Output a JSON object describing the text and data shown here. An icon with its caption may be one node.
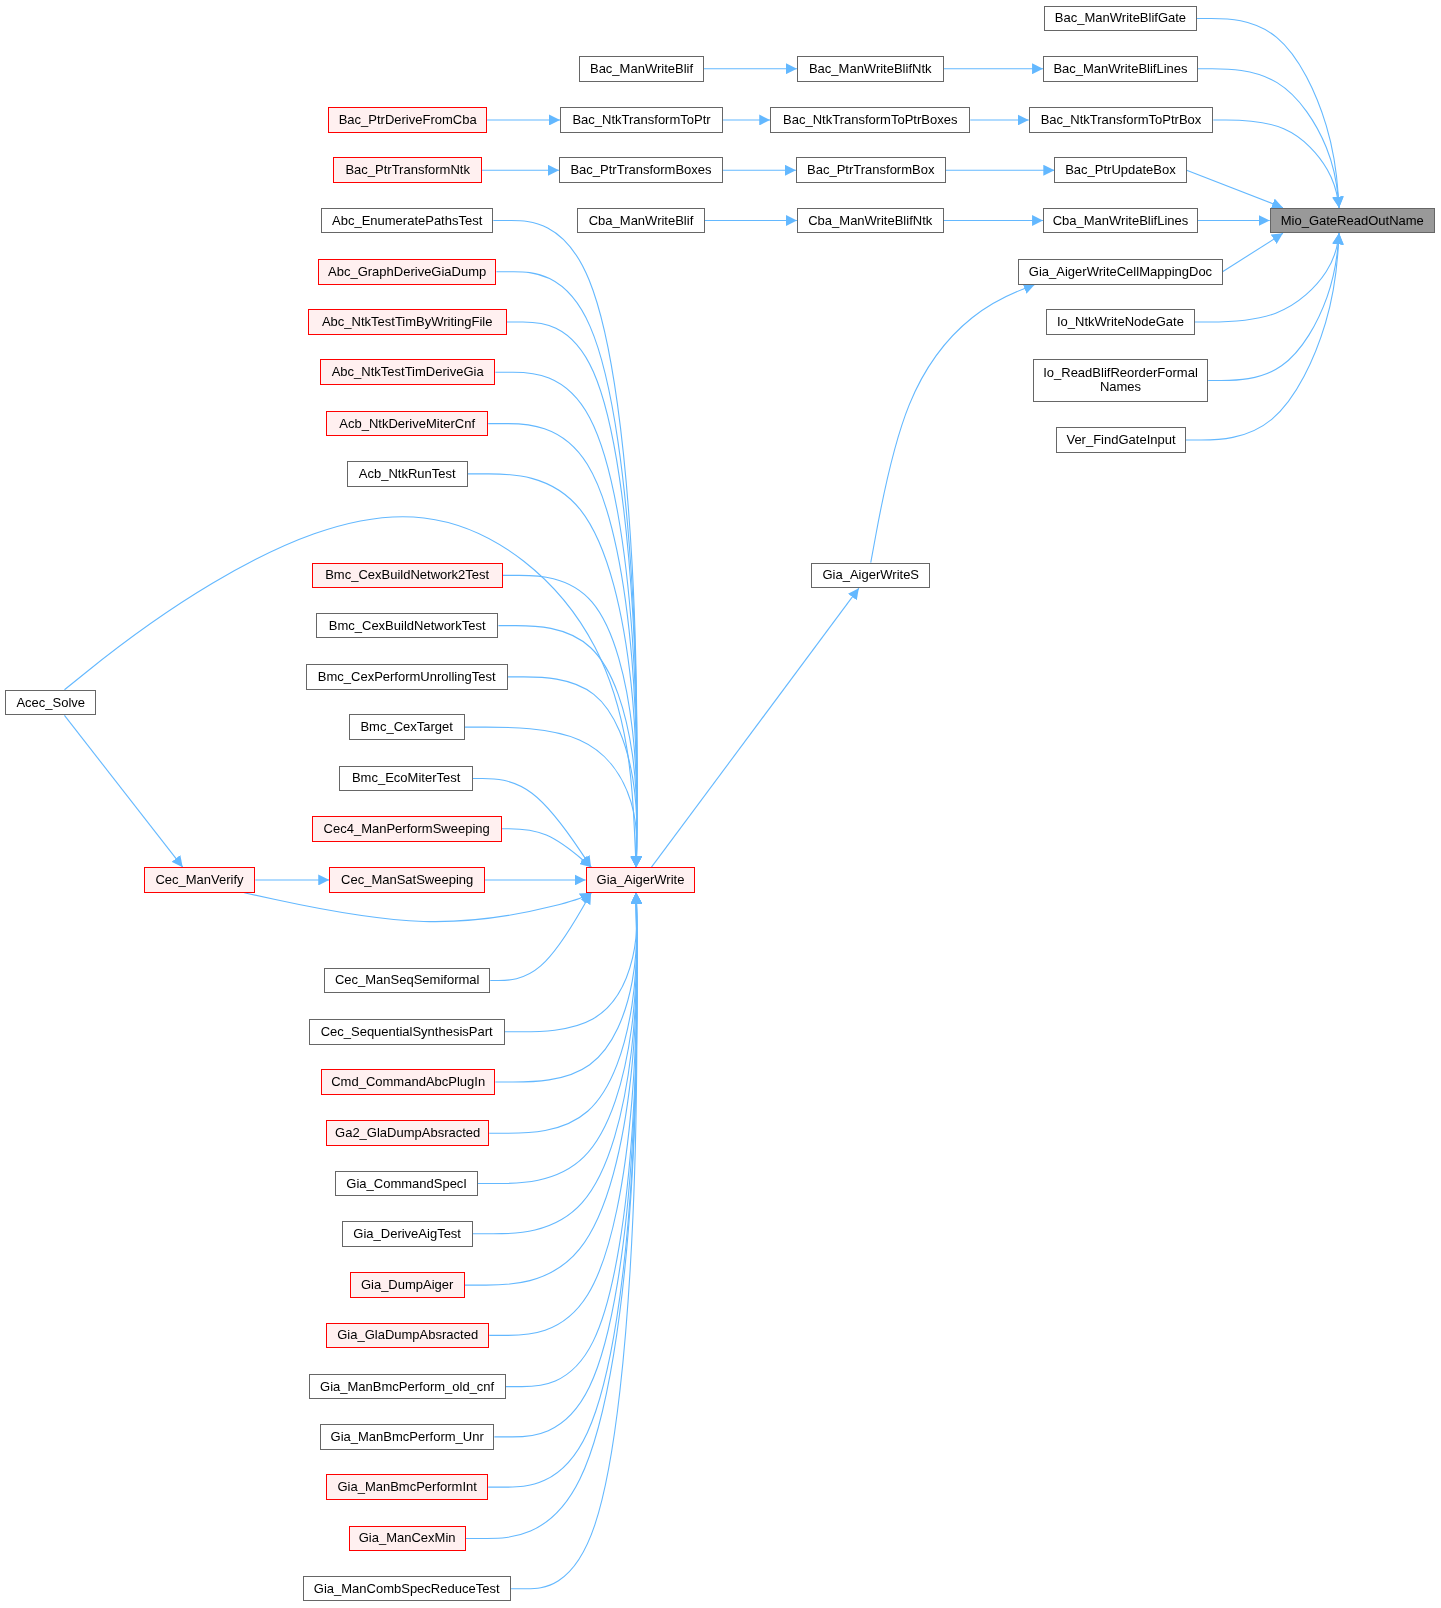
{
  "diagram": {
    "nodes": [
      {
        "text": [
          "Mio_GateReadOutName"
        ]
      },
      {
        "text": [
          "Bac_ManWriteBlifGate"
        ]
      },
      {
        "text": [
          "Bac_ManWriteBlifLines"
        ]
      },
      {
        "text": [
          "Bac_NtkTransformToPtrBox"
        ]
      },
      {
        "text": [
          "Bac_PtrUpdateBox"
        ]
      },
      {
        "text": [
          "Cba_ManWriteBlifLines"
        ]
      },
      {
        "text": [
          "Gia_AigerWriteCellMappingDoc"
        ]
      },
      {
        "text": [
          "Io_NtkWriteNodeGate"
        ]
      },
      {
        "text": [
          "Io_ReadBlifReorderFormal Names"
        ]
      },
      {
        "text": [
          "Ver_FindGateInput"
        ]
      },
      {
        "text": [
          "Bac_ManWriteBlifNtk"
        ]
      },
      {
        "text": [
          "Bac_NtkTransformToPtrBoxes"
        ]
      },
      {
        "text": [
          "Bac_PtrTransformBox"
        ]
      },
      {
        "text": [
          "Cba_ManWriteBlifNtk"
        ]
      },
      {
        "text": [
          "Gia_AigerWriteS"
        ]
      },
      {
        "text": [
          "Bac_ManWriteBlif"
        ]
      },
      {
        "text": [
          "Bac_NtkTransformToPtr"
        ]
      },
      {
        "text": [
          "Bac_PtrTransformBoxes"
        ]
      },
      {
        "text": [
          "Cba_ManWriteBlif"
        ]
      },
      {
        "text": [
          "Gia_AigerWrite"
        ]
      },
      {
        "text": [
          "Bac_PtrDeriveFromCba"
        ]
      },
      {
        "text": [
          "Bac_PtrTransformNtk"
        ]
      },
      {
        "text": [
          "Abc_EnumeratePathsTest"
        ]
      },
      {
        "text": [
          "Abc_GraphDeriveGiaDump"
        ]
      },
      {
        "text": [
          "Abc_NtkTestTimByWritingFile"
        ]
      },
      {
        "text": [
          "Abc_NtkTestTimDeriveGia"
        ]
      },
      {
        "text": [
          "Acb_NtkDeriveMiterCnf"
        ]
      },
      {
        "text": [
          "Acb_NtkRunTest"
        ]
      },
      {
        "text": [
          "Bmc_CexBuildNetwork2Test"
        ]
      },
      {
        "text": [
          "Bmc_CexBuildNetworkTest"
        ]
      },
      {
        "text": [
          "Bmc_CexPerformUnrollingTest"
        ]
      },
      {
        "text": [
          "Bmc_CexTarget"
        ]
      },
      {
        "text": [
          "Bmc_EcoMiterTest"
        ]
      },
      {
        "text": [
          "Cec4_ManPerformSweeping"
        ]
      },
      {
        "text": [
          "Cec_ManSatSweeping"
        ]
      },
      {
        "text": [
          "Cec_ManSeqSemiformal"
        ]
      },
      {
        "text": [
          "Cec_SequentialSynthesisPart"
        ]
      },
      {
        "text": [
          "Cmd_CommandAbcPlugIn"
        ]
      },
      {
        "text": [
          "Ga2_GlaDumpAbsracted"
        ]
      },
      {
        "text": [
          "Gia_CommandSpecI"
        ]
      },
      {
        "text": [
          "Gia_DeriveAigTest"
        ]
      },
      {
        "text": [
          "Gia_DumpAiger"
        ]
      },
      {
        "text": [
          "Gia_GlaDumpAbsracted"
        ]
      },
      {
        "text": [
          "Gia_ManBmcPerform_old_cnf"
        ]
      },
      {
        "text": [
          "Gia_ManBmcPerform_Unr"
        ]
      },
      {
        "text": [
          "Gia_ManBmcPerformInt"
        ]
      },
      {
        "text": [
          "Gia_ManCexMin"
        ]
      },
      {
        "text": [
          "Gia_ManCombSpecReduceTest"
        ]
      },
      {
        "text": [
          "Acec_Solve"
        ]
      },
      {
        "text": [
          "Cec_ManVerify"
        ]
      }
    ],
    "edges": [
      {
        "from": 1,
        "to": 0,
        "arrow": "to"
      },
      {
        "from": 2,
        "to": 0,
        "arrow": "to"
      },
      {
        "from": 3,
        "to": 0,
        "arrow": "to"
      },
      {
        "from": 4,
        "to": 0,
        "arrow": "to"
      },
      {
        "from": 5,
        "to": 0,
        "arrow": "to"
      },
      {
        "from": 6,
        "to": 0,
        "arrow": "to"
      },
      {
        "from": 7,
        "to": 0,
        "arrow": "to"
      },
      {
        "from": 8,
        "to": 0,
        "arrow": "to"
      },
      {
        "from": 9,
        "to": 0,
        "arrow": "to"
      },
      {
        "from": 10,
        "to": 2,
        "arrow": "to"
      },
      {
        "from": 11,
        "to": 3,
        "arrow": "to"
      },
      {
        "from": 12,
        "to": 4,
        "arrow": "to"
      },
      {
        "from": 13,
        "to": 5,
        "arrow": "to"
      },
      {
        "from": 14,
        "to": 6,
        "arrow": "to"
      },
      {
        "from": 15,
        "to": 10,
        "arrow": "to"
      },
      {
        "from": 16,
        "to": 11,
        "arrow": "to"
      },
      {
        "from": 17,
        "to": 12,
        "arrow": "to"
      },
      {
        "from": 18,
        "to": 13,
        "arrow": "to"
      },
      {
        "from": 19,
        "to": 14,
        "arrow": "to"
      },
      {
        "from": 20,
        "to": 16,
        "arrow": "to"
      },
      {
        "from": 21,
        "to": 17,
        "arrow": "to"
      },
      {
        "from": 22,
        "to": 19,
        "arrow": "to"
      },
      {
        "from": 23,
        "to": 19,
        "arrow": "to"
      },
      {
        "from": 24,
        "to": 19,
        "arrow": "to"
      },
      {
        "from": 25,
        "to": 19,
        "arrow": "to"
      },
      {
        "from": 26,
        "to": 19,
        "arrow": "to"
      },
      {
        "from": 27,
        "to": 19,
        "arrow": "to"
      },
      {
        "from": 28,
        "to": 19,
        "arrow": "to"
      },
      {
        "from": 29,
        "to": 19,
        "arrow": "to"
      },
      {
        "from": 30,
        "to": 19,
        "arrow": "to"
      },
      {
        "from": 31,
        "to": 19,
        "arrow": "to"
      },
      {
        "from": 32,
        "to": 19,
        "arrow": "to"
      },
      {
        "from": 33,
        "to": 19,
        "arrow": "to"
      },
      {
        "from": 34,
        "to": 19,
        "arrow": "to"
      },
      {
        "from": 35,
        "to": 19,
        "arrow": "to"
      },
      {
        "from": 36,
        "to": 19,
        "arrow": "to"
      },
      {
        "from": 37,
        "to": 19,
        "arrow": "to"
      },
      {
        "from": 38,
        "to": 19,
        "arrow": "to"
      },
      {
        "from": 39,
        "to": 19,
        "arrow": "to"
      },
      {
        "from": 40,
        "to": 19,
        "arrow": "to"
      },
      {
        "from": 41,
        "to": 19,
        "arrow": "to"
      },
      {
        "from": 42,
        "to": 19,
        "arrow": "to"
      },
      {
        "from": 43,
        "to": 19,
        "arrow": "to"
      },
      {
        "from": 44,
        "to": 19,
        "arrow": "to"
      },
      {
        "from": 45,
        "to": 19,
        "arrow": "to"
      },
      {
        "from": 46,
        "to": 19,
        "arrow": "to"
      },
      {
        "from": 47,
        "to": 19,
        "arrow": "to"
      },
      {
        "from": 48,
        "to": 19,
        "arrow": "to"
      },
      {
        "from": 48,
        "to": 49,
        "arrow": "to"
      },
      {
        "from": 49,
        "to": 34,
        "arrow": "to"
      },
      {
        "from": 49,
        "to": 19,
        "arrow": "to"
      }
    ]
  }
}
